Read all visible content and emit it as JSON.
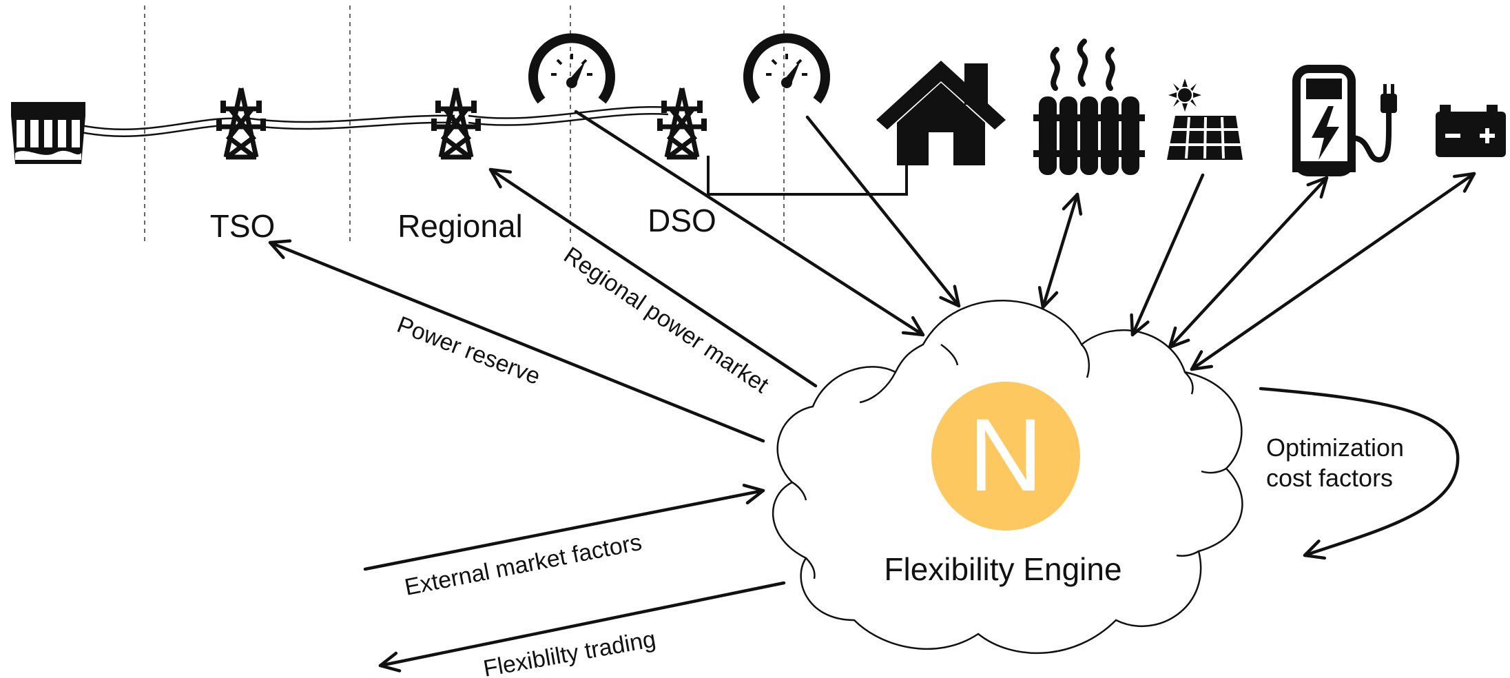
{
  "labels": {
    "tso": "TSO",
    "regional": "Regional",
    "dso": "DSO",
    "power_reserve": "Power reserve",
    "regional_power_market": "Regional power market",
    "external_market_factors": "External market factors",
    "flexibility_trading": "Flexiblilty trading",
    "optimization_line1": "Optimization",
    "optimization_line2": "cost factors",
    "engine_name": "Flexibility Engine",
    "logo_letter": "N"
  },
  "colors": {
    "ink": "#111111",
    "logo_fill": "#fcc85f",
    "logo_letter": "#ffffff"
  },
  "icons": [
    "hydro-dam-icon",
    "transmission-tower-icon",
    "gauge-meter-icon",
    "house-icon",
    "radiator-icon",
    "solar-panel-icon",
    "ev-charger-icon",
    "battery-icon"
  ]
}
